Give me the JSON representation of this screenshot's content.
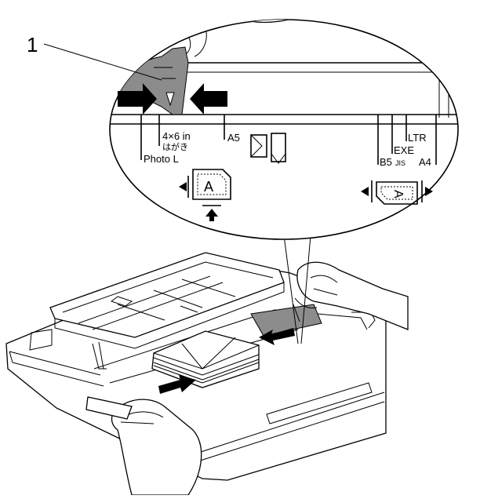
{
  "callout": {
    "number": "1"
  },
  "sizes": {
    "photo_l": "Photo L",
    "four_by_six": "4×6 in",
    "hagaki": "はがき",
    "a5": "A5",
    "b5": "B5",
    "jis": "JIS",
    "exe": "EXE",
    "ltr": "LTR",
    "a4": "A4"
  },
  "icons": {
    "portrait_paper": "A",
    "landscape_paper": "A"
  }
}
